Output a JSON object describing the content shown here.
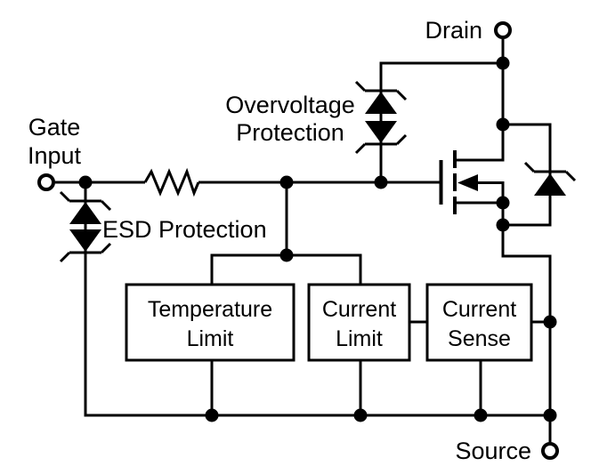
{
  "diagram": {
    "type": "circuit-schematic",
    "description": "Protected power MOSFET internal block diagram",
    "colors": {
      "line": "#000000",
      "background": "#ffffff",
      "box_fill": "#ffffff",
      "text": "#000000"
    },
    "terminals": {
      "gate": {
        "label_line1": "Gate",
        "label_line2": "Input"
      },
      "drain": {
        "label": "Drain"
      },
      "source": {
        "label": "Source"
      }
    },
    "annotations": {
      "overvoltage_line1": "Overvoltage",
      "overvoltage_line2": "Protection",
      "esd": "ESD Protection"
    },
    "blocks": {
      "temperature_limit": {
        "line1": "Temperature",
        "line2": "Limit"
      },
      "current_limit": {
        "line1": "Current",
        "line2": "Limit"
      },
      "current_sense": {
        "line1": "Current",
        "line2": "Sense"
      }
    },
    "components": [
      {
        "name": "gate-resistor",
        "type": "resistor"
      },
      {
        "name": "esd-protection-diodes",
        "type": "back-to-back zener (TVS)"
      },
      {
        "name": "overvoltage-protection-diodes",
        "type": "back-to-back zener (TVS)"
      },
      {
        "name": "power-mosfet",
        "type": "n-channel MOSFET"
      },
      {
        "name": "drain-source-clamp-diode",
        "type": "zener diode"
      }
    ]
  }
}
